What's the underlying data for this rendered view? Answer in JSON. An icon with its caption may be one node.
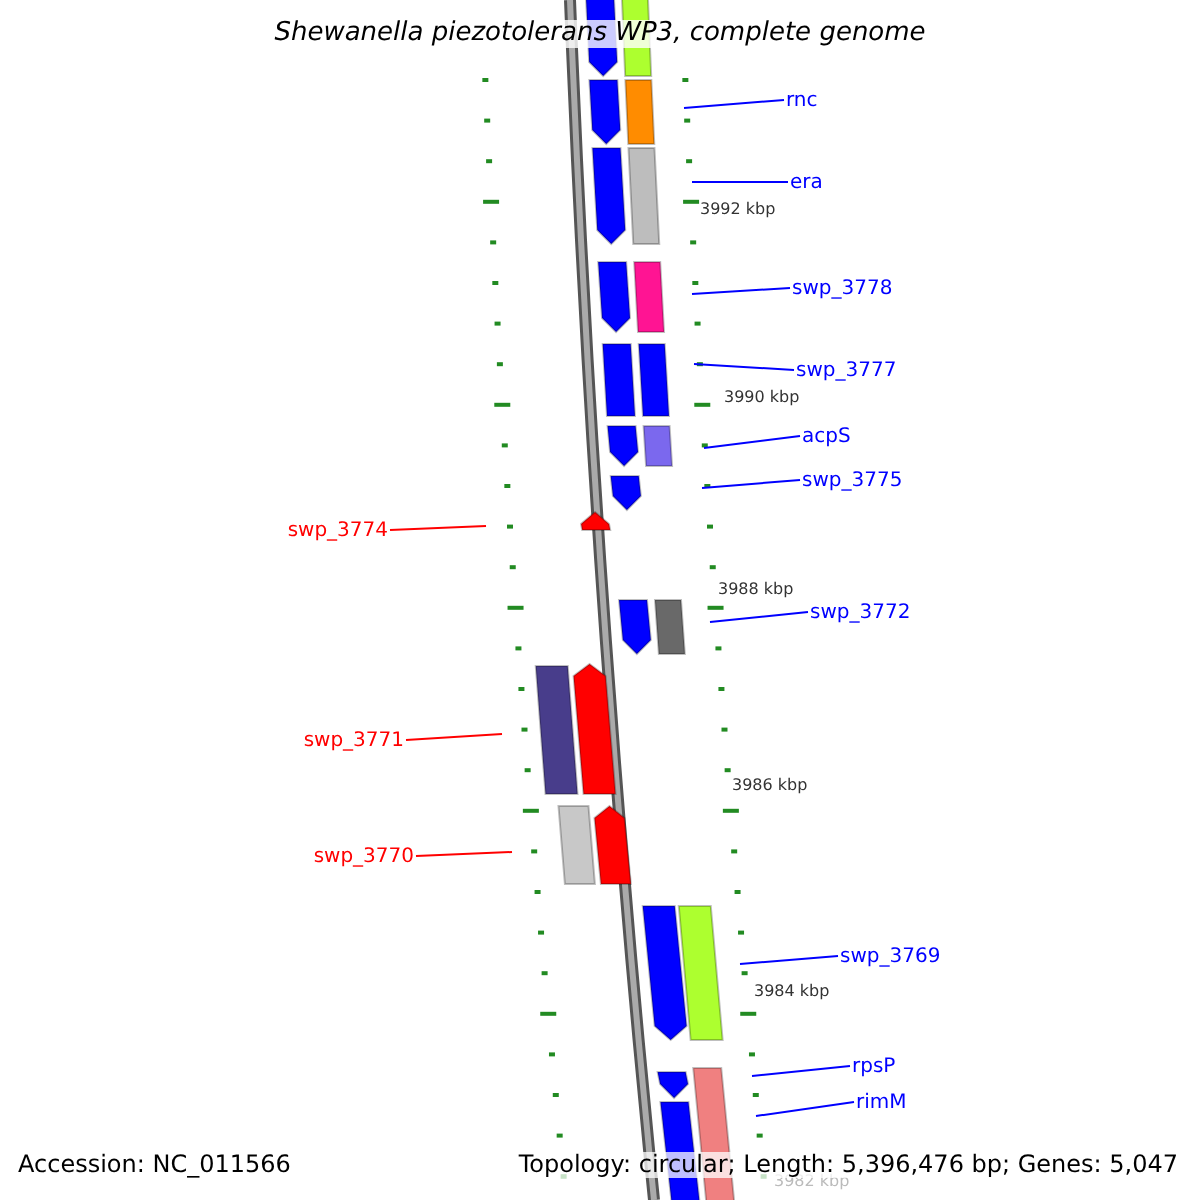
{
  "diagram": {
    "title": "Shewanella piezotolerans WP3, complete genome",
    "nodes": [
      {
        "text": [
          "rnc"
        ]
      },
      {
        "text": [
          "era"
        ]
      },
      {
        "text": [
          "swp_3778"
        ]
      },
      {
        "text": [
          "swp_3777"
        ]
      },
      {
        "text": [
          "acpS"
        ]
      },
      {
        "text": [
          "swp_3775"
        ]
      },
      {
        "text": [
          "swp_3774"
        ]
      },
      {
        "text": [
          "swp_3772"
        ]
      },
      {
        "text": [
          "swp_3771"
        ]
      },
      {
        "text": [
          "swp_3770"
        ]
      },
      {
        "text": [
          "swp_3769"
        ]
      },
      {
        "text": [
          "rpsP"
        ]
      },
      {
        "text": [
          "rimM"
        ]
      }
    ],
    "edges": [
      {
        "from": 0,
        "to": null,
        "arrow": "none"
      },
      {
        "from": 1,
        "to": null,
        "arrow": "none"
      },
      {
        "from": 2,
        "to": null,
        "arrow": "none"
      },
      {
        "from": 3,
        "to": null,
        "arrow": "none"
      },
      {
        "from": 4,
        "to": null,
        "arrow": "none"
      },
      {
        "from": 5,
        "to": null,
        "arrow": "none"
      },
      {
        "from": 6,
        "to": null,
        "arrow": "none",
        "color": "#ff0000"
      },
      {
        "from": 7,
        "to": null,
        "arrow": "none"
      },
      {
        "from": 8,
        "to": null,
        "arrow": "none",
        "color": "#ff0000"
      },
      {
        "from": 9,
        "to": null,
        "arrow": "none",
        "color": "#ff0000"
      },
      {
        "from": 10,
        "to": null,
        "arrow": "none"
      },
      {
        "from": 11,
        "to": null,
        "arrow": "none"
      },
      {
        "from": 12,
        "to": null,
        "arrow": "none"
      }
    ],
    "labels": [
      "3992 kbp",
      "3990 kbp",
      "3988 kbp",
      "3986 kbp",
      "3984 kbp",
      "3982 kbp",
      "Accession: NC_011566",
      "Topology: circular; Length: 5,396,476 bp; Genes: 5,047"
    ]
  }
}
